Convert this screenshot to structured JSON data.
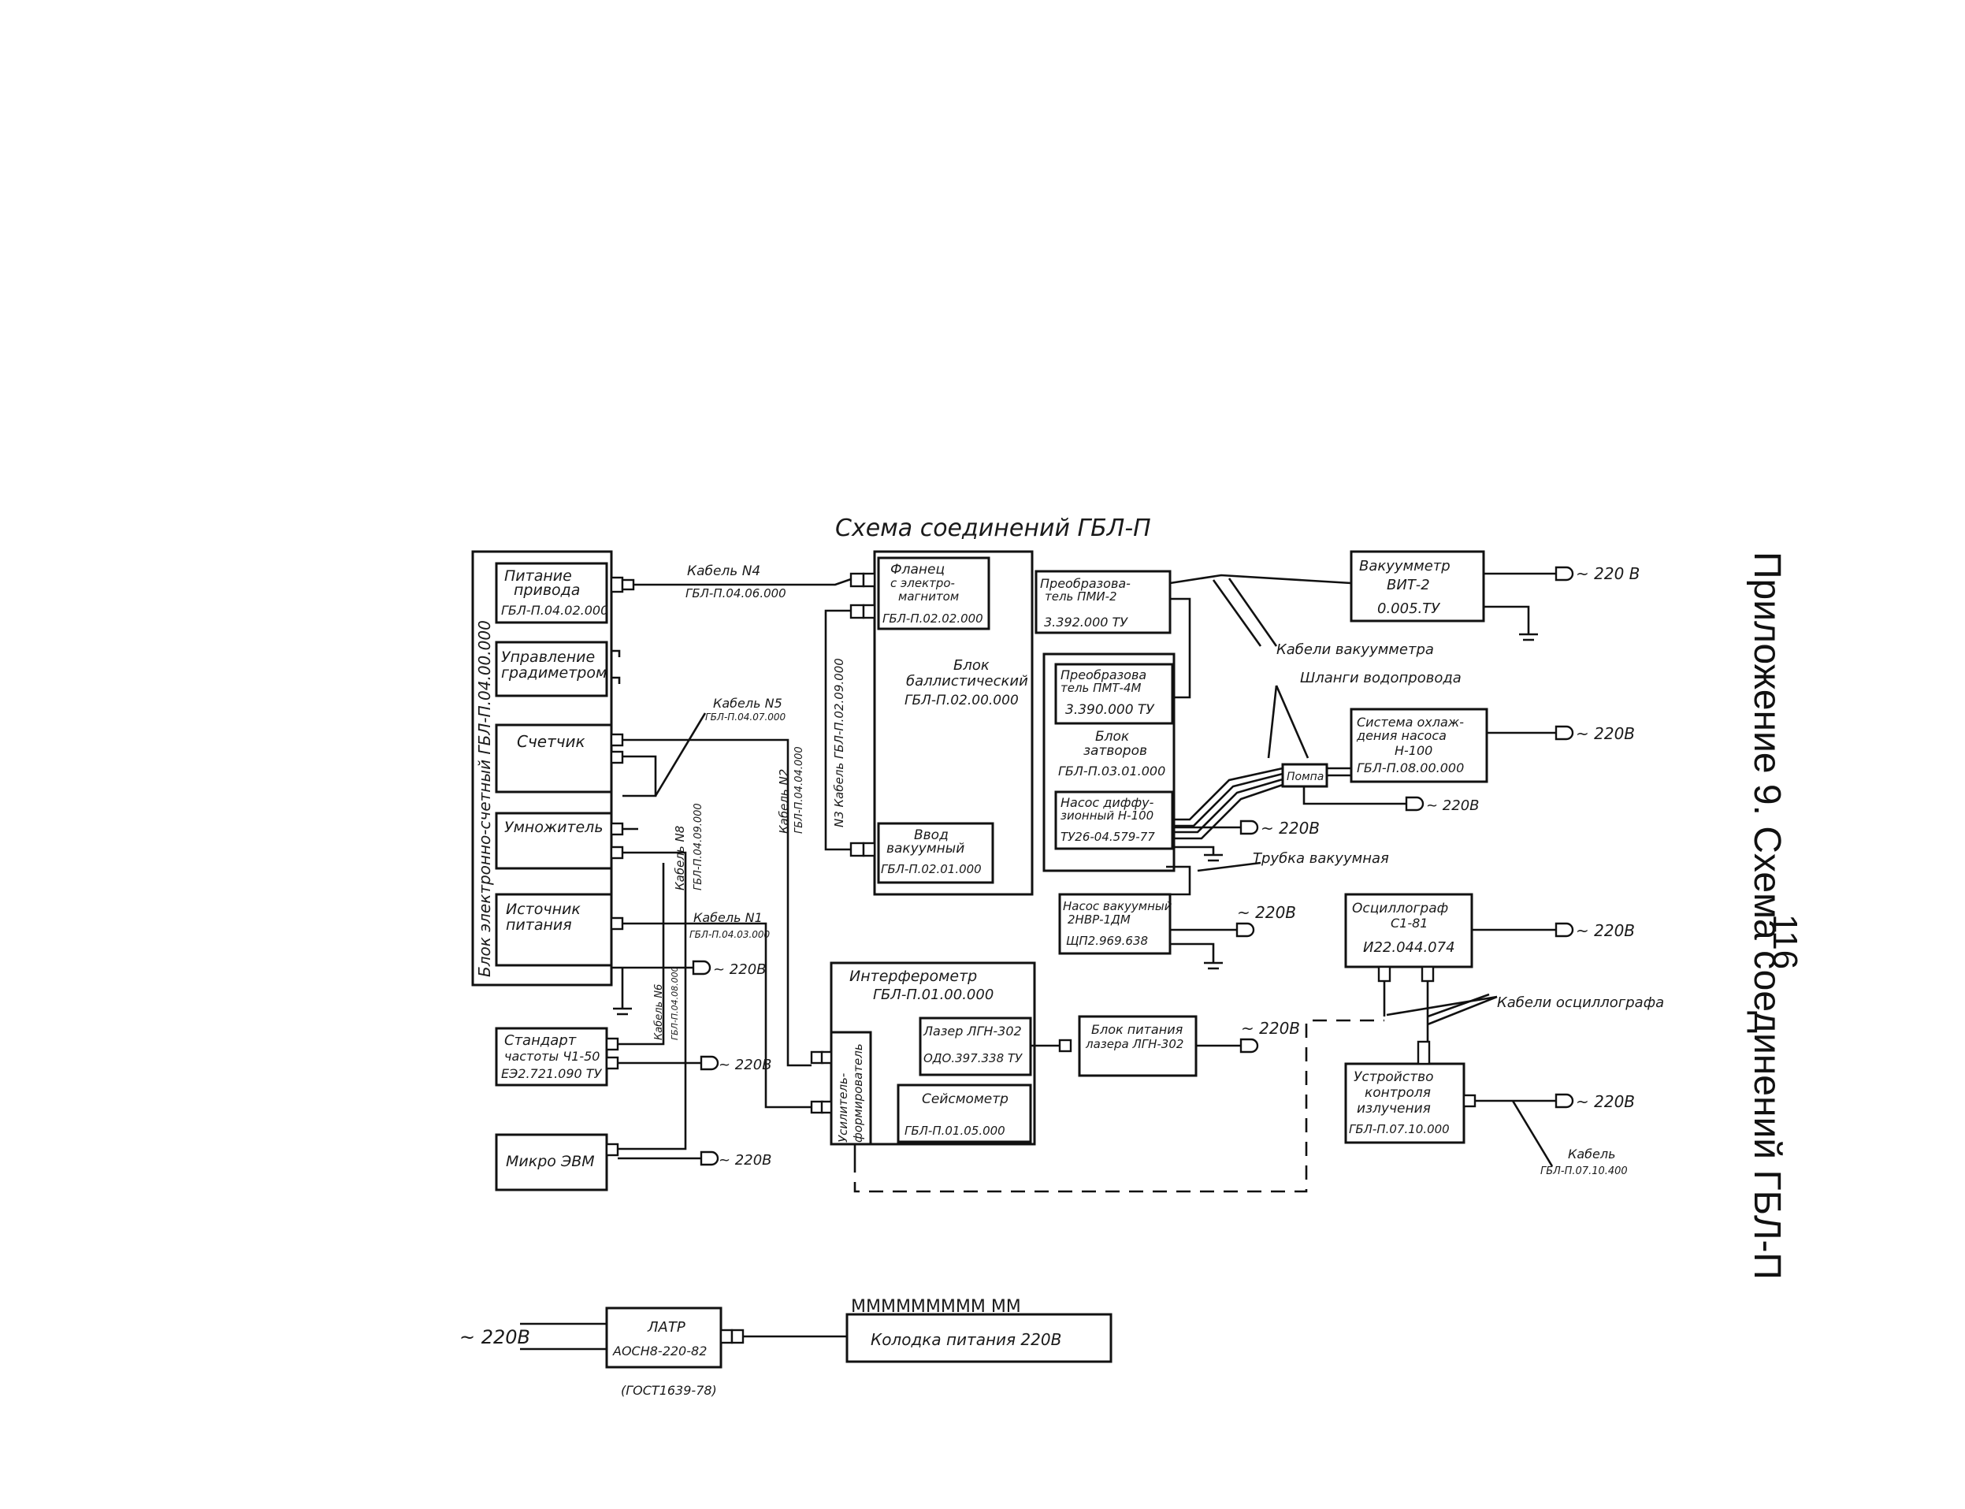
{
  "page": {
    "appendix_title": "Приложение 9. Схема соединений ГБЛ-П",
    "page_number": "116"
  },
  "diagram": {
    "title": "Схема     соединений   ГБЛ-П",
    "left_block": {
      "vertical_label": "Блок электронно-счетный   ГБЛ-П.04.00.000",
      "modules": {
        "pitanie": [
          "Питание",
          "привода",
          "ГБЛ-П.04.02.000"
        ],
        "upravlenie": [
          "Управление",
          "градиметром"
        ],
        "schetchik": "Счетчик",
        "umnozhitel": "Умножитель",
        "istochnik": [
          "Источник",
          "питания"
        ]
      }
    },
    "standart": [
      "Стандарт",
      "частоты  Ч1-50",
      "ЕЭ2.721.090 ТУ"
    ],
    "mikro": "Микро  ЭВМ",
    "ballistic": {
      "flanets": [
        "Фланец",
        "с  электро-",
        "магнитом",
        "ГБЛ-П.02.02.000"
      ],
      "center": [
        "Блок",
        "баллистический",
        "ГБЛ-П.02.00.000"
      ],
      "vvod": [
        "Ввод",
        "вакуумный",
        "ГБЛ-П.02.01.000"
      ]
    },
    "zatvorov": {
      "pmt": [
        "Преобразова",
        "тель ПМТ-4М",
        "3.390.000 ТУ"
      ],
      "center": [
        "Блок",
        "затворов",
        "ГБЛ-П.03.01.000"
      ],
      "nasos": [
        "Насос диффу-",
        "зионный Н-100",
        "ТУ26-04.579-77"
      ]
    },
    "pmi": [
      "Преобразова-",
      "тель ПМИ-2",
      "3.392.000 ТУ"
    ],
    "vakuumetr": [
      "Вакуумметр",
      "ВИТ-2",
      "0.005.ТУ"
    ],
    "okhlazhdenie": [
      "Система охлаж-",
      "дения насоса",
      "Н-100",
      "ГБЛ-П.08.00.000"
    ],
    "pompa": "Помпа",
    "nasos_vak": [
      "Насос вакуумный",
      "2НВР-1ДМ",
      "ЩП2.969.638"
    ],
    "interferometer": {
      "title": [
        "Интерферометр",
        "ГБЛ-П.01.00.000"
      ],
      "usilitel": [
        "Усилитель-",
        "формирователь"
      ],
      "laser": [
        "Лазер ЛГН-302",
        "ОДО.397.338 ТУ"
      ],
      "seismometer": [
        "Сейсмометр",
        "ГБЛ-П.01.05.000"
      ]
    },
    "blok_lazer": [
      "Блок питания",
      "лазера ЛГН-302"
    ],
    "oscillograph": [
      "Осциллограф",
      "С1-81",
      "И22.044.074"
    ],
    "ustroistvo": [
      "Устройство",
      "контроля",
      "излучения",
      "ГБЛ-П.07.10.000"
    ],
    "latr": [
      "ЛАТР",
      "АОСН8-220-82"
    ],
    "latr_gost": "(ГОСТ1639-78)",
    "kolodka": "Колодка  питания  220В",
    "kolodka_sockets": "МММММММММ  ММ",
    "cables": {
      "k4": [
        "Кабель  N4",
        "ГБЛ-П.04.06.000"
      ],
      "k5": [
        "Кабель N5",
        "ГБЛ-П.04.07.000"
      ],
      "k8": [
        "Кабель  N8",
        "ГБЛ-П.04.09.000"
      ],
      "k1": [
        "Кабель  N1",
        "ГБЛ-П.04.03.000"
      ],
      "k6": [
        "Кабель N6",
        "ГБЛ-П.04.08.000"
      ],
      "k2": [
        "Кабель N2",
        "ГБЛ-П.04.04.000"
      ],
      "k3": "N3  Кабель  ГБЛ-П.02.09.000",
      "vakuumetr": "Кабели вакуумметра",
      "shlangi": "Шланги водопровода",
      "trubka": "Трубка  вакуумная",
      "oscillograph": "Кабели  осциллографа",
      "ustroistvo": [
        "Кабель",
        "ГБЛ-П.07.10.400"
      ]
    },
    "power_label": "~ 220В",
    "power_label_b": "~ 220 В"
  }
}
